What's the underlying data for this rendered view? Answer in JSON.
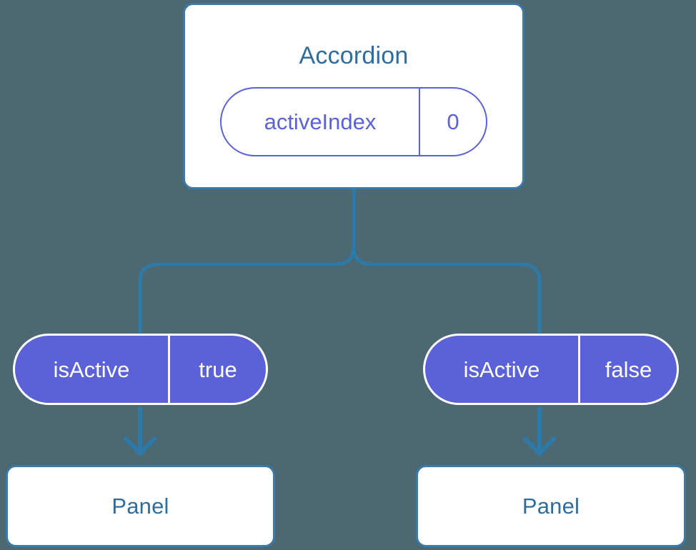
{
  "diagram": {
    "title_text": "Accordion",
    "background_color": "#4c6873",
    "card_border_color": "#3a79a8",
    "card_text_color": "#2e6d9e",
    "pill_accent_color": "#5b61d6",
    "connector_color": "#2d79a8"
  },
  "root": {
    "label": "Accordion",
    "state": {
      "key": "activeIndex",
      "value": "0"
    }
  },
  "branches": [
    {
      "prop": {
        "key": "isActive",
        "value": "true"
      },
      "child": {
        "label": "Panel"
      }
    },
    {
      "prop": {
        "key": "isActive",
        "value": "false"
      },
      "child": {
        "label": "Panel"
      }
    }
  ]
}
